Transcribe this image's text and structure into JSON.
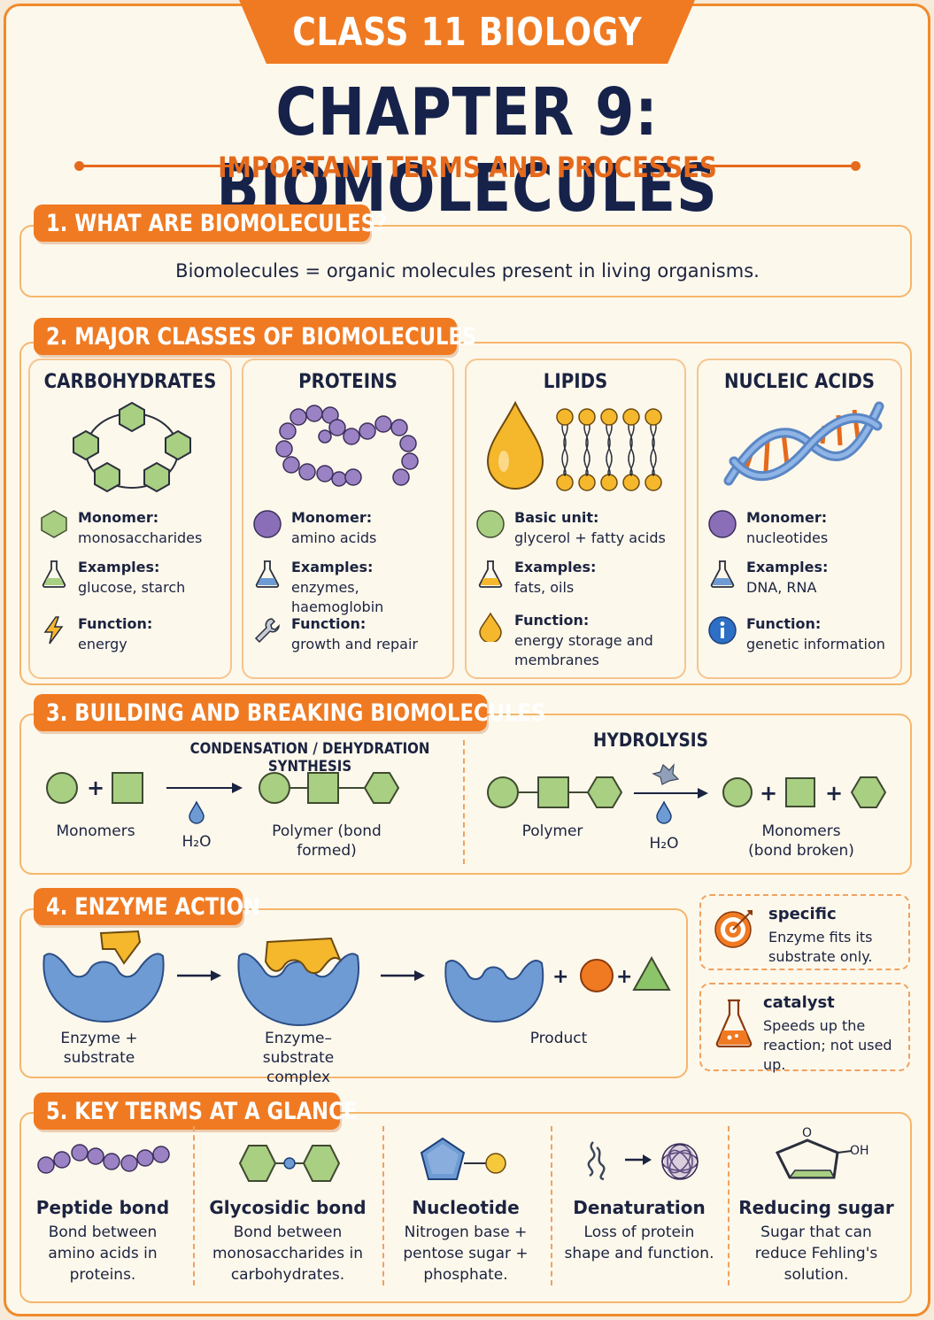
{
  "header": {
    "banner": "CLASS 11 BIOLOGY",
    "title": "CHAPTER 9: BIOMOLECULES",
    "subtitle": "IMPORTANT TERMS AND PROCESSES"
  },
  "s1": {
    "heading": "1. WHAT ARE BIOMOLECULES?",
    "definition": "Biomolecules  =  organic molecules present in living organisms."
  },
  "s2": {
    "heading": "2. MAJOR CLASSES OF BIOMOLECULES",
    "cards": [
      {
        "title": "CARBOHYDRATES",
        "r1t": "Monomer:",
        "r1v": "monosaccharides",
        "r2t": "Examples:",
        "r2v": "glucose, starch",
        "r3t": "Function:",
        "r3v": "energy"
      },
      {
        "title": "PROTEINS",
        "r1t": "Monomer:",
        "r1v": "amino acids",
        "r2t": "Examples:",
        "r2v": "enzymes, haemoglobin",
        "r3t": "Function:",
        "r3v": "growth and repair"
      },
      {
        "title": "LIPIDS",
        "r1t": "Basic unit:",
        "r1v": "glycerol + fatty acids",
        "r2t": "Examples:",
        "r2v": "fats, oils",
        "r3t": "Function:",
        "r3v": "energy storage and membranes"
      },
      {
        "title": "NUCLEIC ACIDS",
        "r1t": "Monomer:",
        "r1v": "nucleotides",
        "r2t": "Examples:",
        "r2v": "DNA, RNA",
        "r3t": "Function:",
        "r3v": "genetic information"
      }
    ]
  },
  "s3": {
    "heading": "3. BUILDING AND BREAKING BIOMOLECULES",
    "cond_title": "CONDENSATION / DEHYDRATION SYNTHESIS",
    "cond_left": "Monomers",
    "cond_water": "H₂O",
    "cond_right": "Polymer (bond formed)",
    "hyd_title": "HYDROLYSIS",
    "hyd_left": "Polymer",
    "hyd_water": "H₂O",
    "hyd_right": "Monomers (bond broken)"
  },
  "s4": {
    "heading": "4. ENZYME ACTION",
    "step1": "Enzyme + substrate",
    "step2": "Enzyme–substrate complex",
    "step3": "Product",
    "specific_title": "specific",
    "specific_text": "Enzyme fits its substrate only.",
    "catalyst_title": "catalyst",
    "catalyst_text": "Speeds up the reaction; not used up."
  },
  "s5": {
    "heading": "5. KEY TERMS AT A GLANCE",
    "terms": [
      {
        "name": "Peptide bond",
        "desc": "Bond between amino acids in proteins."
      },
      {
        "name": "Glycosidic bond",
        "desc": "Bond between monosaccharides in carbohydrates."
      },
      {
        "name": "Nucleotide",
        "desc": "Nitrogen base + pentose sugar + phosphate."
      },
      {
        "name": "Denaturation",
        "desc": "Loss of protein shape and function."
      },
      {
        "name": "Reducing sugar",
        "desc": "Sugar that can reduce Fehling's solution."
      }
    ],
    "ring_label_o": "O",
    "ring_label_oh": "OH"
  },
  "colors": {
    "orange": "#f07a22",
    "navy": "#16224a",
    "green": "#a8cf82",
    "purple": "#9b82c4",
    "yellow": "#f5b72c",
    "blue": "#6e9bd3"
  }
}
